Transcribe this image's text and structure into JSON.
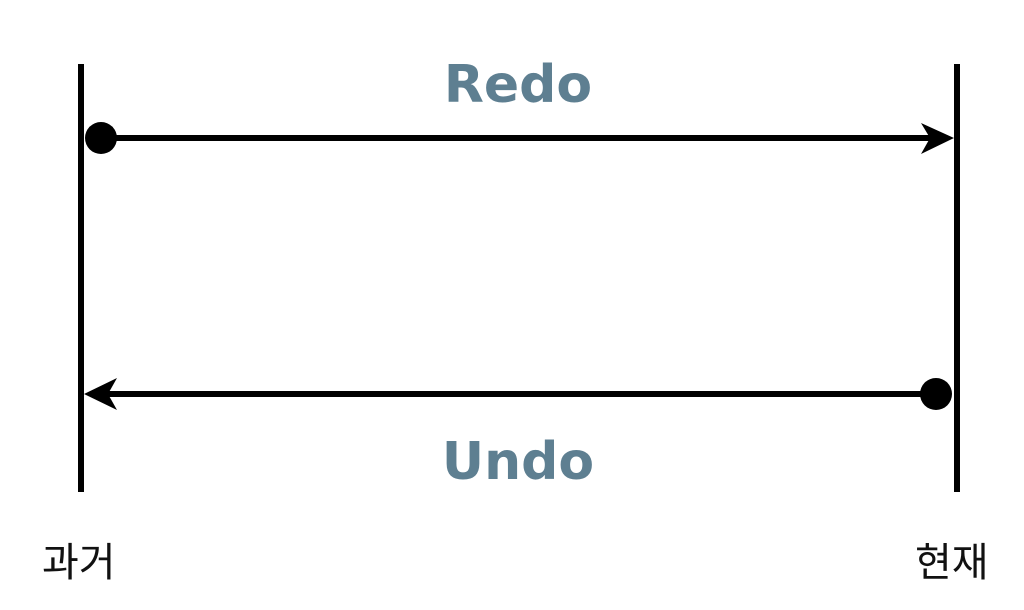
{
  "diagram": {
    "top_arrow": {
      "label": "Redo",
      "direction": "left-to-right"
    },
    "bottom_arrow": {
      "label": "Undo",
      "direction": "right-to-left"
    },
    "left_axis_label": "과거",
    "right_axis_label": "현재",
    "colors": {
      "label": "#5e7f91",
      "line": "#000000"
    }
  }
}
